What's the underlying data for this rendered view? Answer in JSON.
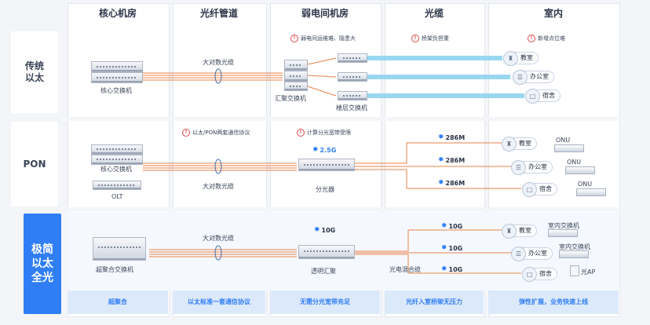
{
  "columns": [
    {
      "title": "核心机房"
    },
    {
      "title": "光纤管道"
    },
    {
      "title": "弱电间机房"
    },
    {
      "title": "光缆"
    },
    {
      "title": "室内"
    }
  ],
  "rows": [
    {
      "label": "传统以太"
    },
    {
      "label": "PON"
    },
    {
      "label": "极简以太全光"
    }
  ],
  "traditional": {
    "core_switch": "核心交换机",
    "fiber": "大对数光缆",
    "warn_weak_room": "弱电间运维难、隐患大",
    "warn_bridge": "桥架负担重",
    "warn_points": "新增点位难",
    "agg_switch": "汇聚交换机",
    "floor_switch": "楼层交换机",
    "rooms": [
      "教室",
      "办公室",
      "宿舍"
    ]
  },
  "pon": {
    "core_switch": "核心交换机",
    "olt": "OLT",
    "fiber": "大对数光缆",
    "warn_protocol": "以太/PON两套通信协议",
    "warn_bandwidth": "计算分光宽带受限",
    "splitter_speed": "2.5G",
    "splitter": "分光器",
    "speeds": [
      "286M",
      "286M",
      "286M"
    ],
    "rooms": [
      "教室",
      "办公室",
      "宿舍"
    ],
    "onu": [
      "ONU",
      "ONU",
      "ONU"
    ]
  },
  "allopt": {
    "super_switch": "超聚合交换机",
    "fiber": "大对数光缆",
    "hub_speed": "10G",
    "hub": "透明汇聚",
    "speeds": [
      "10G",
      "10G",
      "10G"
    ],
    "cable": "光电混合缆",
    "rooms": [
      "教室",
      "办公室",
      "宿舍"
    ],
    "indoor_switch": [
      "室内交换机",
      "室内交换机"
    ],
    "ap": "光AP"
  },
  "footer": [
    "超聚合",
    "以太标准一套通信协议",
    "无需分光宽带充足",
    "光纤入室桥架无压力",
    "弹性扩展，业务快速上线"
  ],
  "colors": {
    "accent": "#2f7ef5",
    "fiber_orange": "#e8834a",
    "cable_blue": "#8fd3f0",
    "warn_red": "#e04848"
  }
}
